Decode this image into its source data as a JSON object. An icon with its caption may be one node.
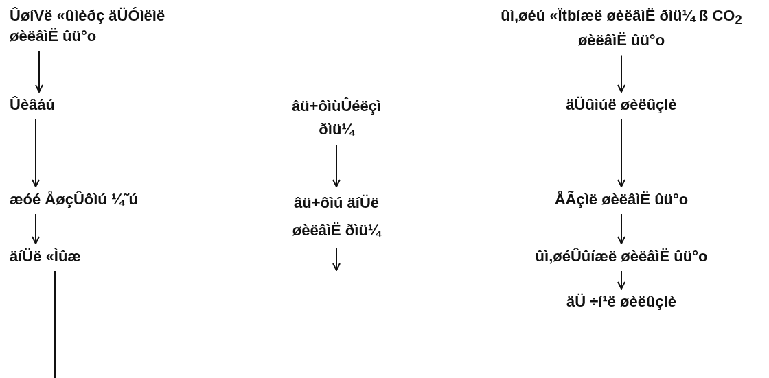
{
  "diagram": {
    "nodes": [
      {
        "text": [
          "ÛøíVë «ûìèðç äÜÓìëìë øèëâìË ûü°o"
        ]
      },
      {
        "text": [
          "Ûèâáú"
        ]
      },
      {
        "text": [
          "æóé ÅøçÛôìú ¼˜ú"
        ]
      },
      {
        "text": [
          "äíÜë «Ìûæ"
        ]
      },
      {
        "text": [
          "âü+ôìùÛéëçì ðìü¼"
        ]
      },
      {
        "text": [
          "âü+ôìú äíÜë øèëâìË ðìü¼"
        ]
      },
      {
        "text": [
          "ûì,øéú «Ïtbíæë øèëâìË ðìü¼ ß CO$_{2}$ øèëâìË ûü°o"
        ]
      },
      {
        "text": [
          "äÜûìúë øèëûçlè"
        ]
      },
      {
        "text": [
          "ÅÃçìë øèëâìË ûü°o"
        ]
      },
      {
        "text": [
          "ûì,øéÛûíæë øèëâìË ûü°o"
        ]
      },
      {
        "text": [
          "äÜ ÷í¹ë øèëûçlè"
        ]
      }
    ],
    "edges": [
      {
        "from": 0,
        "to": 1,
        "arrow": "to"
      },
      {
        "from": 1,
        "to": 2,
        "arrow": "to"
      },
      {
        "from": 2,
        "to": 3,
        "arrow": "to"
      },
      {
        "from": 3,
        "to": null,
        "arrow": "none"
      },
      {
        "from": 4,
        "to": 5,
        "arrow": "to"
      },
      {
        "from": 5,
        "to": null,
        "arrow": "to"
      },
      {
        "from": 6,
        "to": 7,
        "arrow": "to"
      },
      {
        "from": 7,
        "to": 8,
        "arrow": "to"
      },
      {
        "from": 8,
        "to": 9,
        "arrow": "to"
      },
      {
        "from": 9,
        "to": 10,
        "arrow": "to"
      }
    ]
  }
}
